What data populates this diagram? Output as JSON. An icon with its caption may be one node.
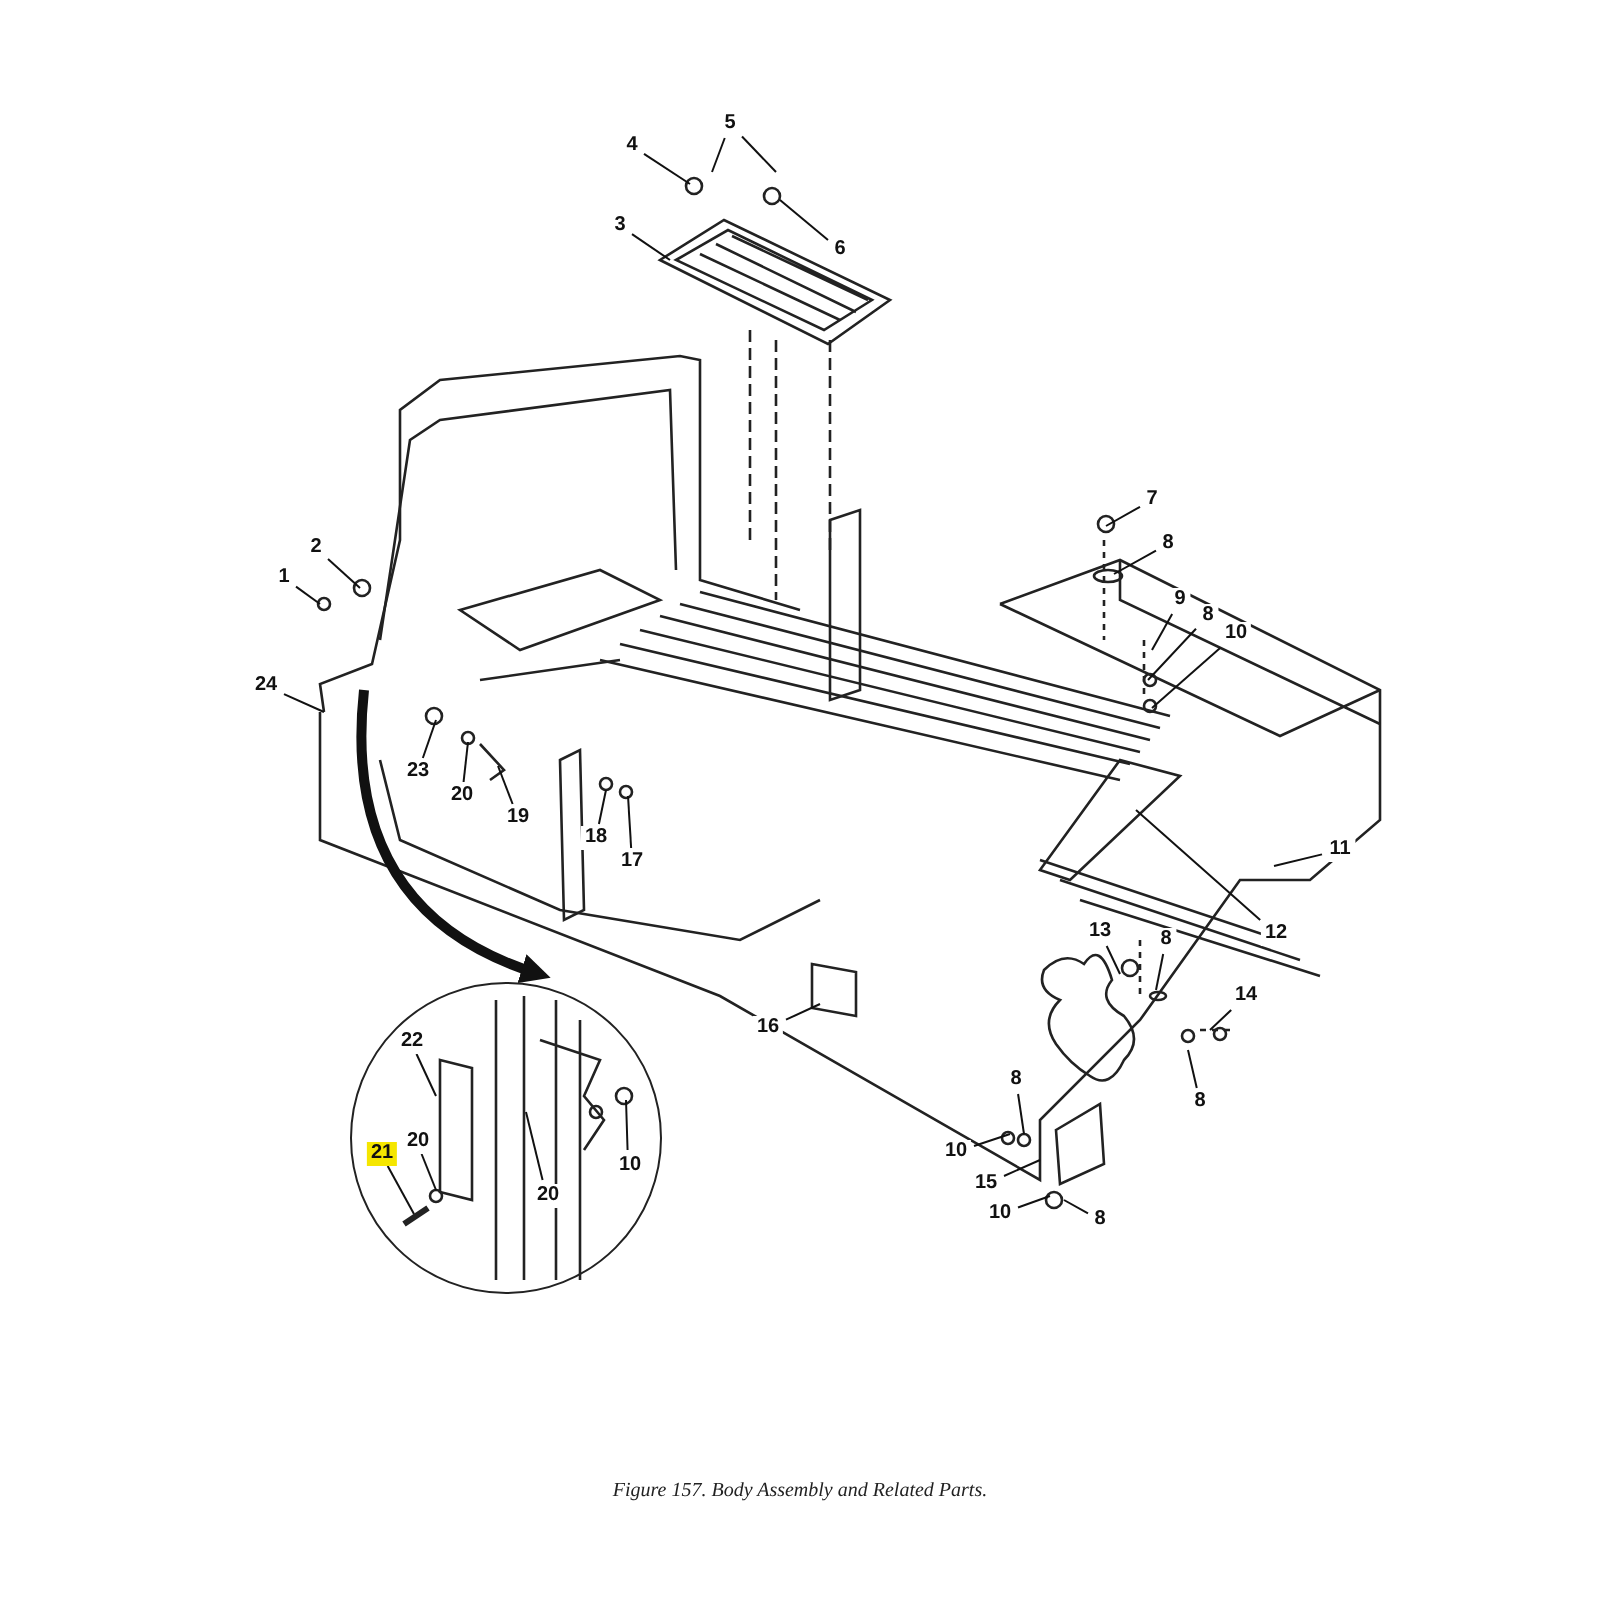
{
  "diagram": {
    "caption": "Figure 157.  Body Assembly and Related Parts.",
    "nodes": [
      {
        "text": [
          "1"
        ]
      },
      {
        "text": [
          "2"
        ]
      },
      {
        "text": [
          "3"
        ]
      },
      {
        "text": [
          "4"
        ]
      },
      {
        "text": [
          "5"
        ]
      },
      {
        "text": [
          "6"
        ]
      },
      {
        "text": [
          "7"
        ]
      },
      {
        "text": [
          "8"
        ]
      },
      {
        "text": [
          "9"
        ]
      },
      {
        "text": [
          "8"
        ]
      },
      {
        "text": [
          "10"
        ]
      },
      {
        "text": [
          "11"
        ]
      },
      {
        "text": [
          "12"
        ]
      },
      {
        "text": [
          "13"
        ]
      },
      {
        "text": [
          "8"
        ]
      },
      {
        "text": [
          "14"
        ]
      },
      {
        "text": [
          "8"
        ]
      },
      {
        "text": [
          "8"
        ]
      },
      {
        "text": [
          "10"
        ]
      },
      {
        "text": [
          "15"
        ]
      },
      {
        "text": [
          "10"
        ]
      },
      {
        "text": [
          "8"
        ]
      },
      {
        "text": [
          "16"
        ]
      },
      {
        "text": [
          "17"
        ]
      },
      {
        "text": [
          "18"
        ]
      },
      {
        "text": [
          "19"
        ]
      },
      {
        "text": [
          "20"
        ]
      },
      {
        "text": [
          "23"
        ]
      },
      {
        "text": [
          "24"
        ]
      },
      {
        "text": [],
        "shape": "circle"
      },
      {
        "text": [
          "22"
        ],
        "in": 29
      },
      {
        "text": [
          "20"
        ],
        "in": 29
      },
      {
        "text": [
          "21"
        ],
        "in": 29
      },
      {
        "text": [
          "20"
        ],
        "in": 29
      },
      {
        "text": [
          "10"
        ],
        "in": 29
      }
    ],
    "edges": [
      {
        "from": 0,
        "to": null,
        "arrow": "none"
      },
      {
        "from": 1,
        "to": null,
        "arrow": "none"
      },
      {
        "from": 2,
        "to": null,
        "arrow": "none"
      },
      {
        "from": 3,
        "to": null,
        "arrow": "none"
      },
      {
        "from": 4,
        "to": null,
        "arrow": "none"
      },
      {
        "from": 4,
        "to": null,
        "arrow": "none"
      },
      {
        "from": 5,
        "to": null,
        "arrow": "none"
      },
      {
        "from": 6,
        "to": null,
        "arrow": "none"
      },
      {
        "from": 7,
        "to": null,
        "arrow": "none"
      },
      {
        "from": 8,
        "to": null,
        "arrow": "none"
      },
      {
        "from": 9,
        "to": null,
        "arrow": "none"
      },
      {
        "from": 10,
        "to": null,
        "arrow": "none"
      },
      {
        "from": 11,
        "to": null,
        "arrow": "none"
      },
      {
        "from": 12,
        "to": null,
        "arrow": "none"
      },
      {
        "from": 13,
        "to": null,
        "arrow": "none"
      },
      {
        "from": 14,
        "to": null,
        "arrow": "none"
      },
      {
        "from": 15,
        "to": null,
        "arrow": "none"
      },
      {
        "from": 16,
        "to": null,
        "arrow": "none"
      },
      {
        "from": 17,
        "to": null,
        "arrow": "none"
      },
      {
        "from": 18,
        "to": null,
        "arrow": "none"
      },
      {
        "from": 19,
        "to": null,
        "arrow": "none"
      },
      {
        "from": 20,
        "to": null,
        "arrow": "none"
      },
      {
        "from": 21,
        "to": null,
        "arrow": "none"
      },
      {
        "from": 22,
        "to": null,
        "arrow": "none"
      },
      {
        "from": 23,
        "to": null,
        "arrow": "none"
      },
      {
        "from": 24,
        "to": null,
        "arrow": "none"
      },
      {
        "from": 25,
        "to": null,
        "arrow": "none"
      },
      {
        "from": 26,
        "to": null,
        "arrow": "none"
      },
      {
        "from": 27,
        "to": null,
        "arrow": "none"
      },
      {
        "from": 28,
        "to": null,
        "arrow": "none"
      },
      {
        "from": 30,
        "to": null,
        "arrow": "none"
      },
      {
        "from": 31,
        "to": null,
        "arrow": "none"
      },
      {
        "from": 32,
        "to": null,
        "arrow": "none"
      },
      {
        "from": 33,
        "to": null,
        "arrow": "none"
      },
      {
        "from": 34,
        "to": null,
        "arrow": "none"
      },
      {
        "from": null,
        "to": 29,
        "arrow": "to",
        "style": "thick"
      }
    ]
  }
}
